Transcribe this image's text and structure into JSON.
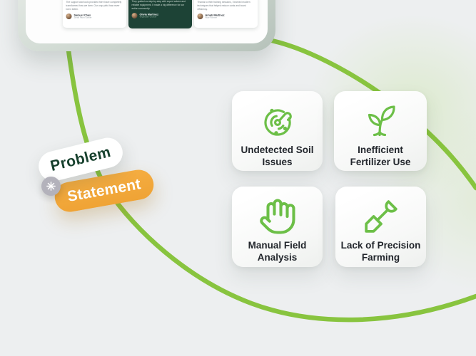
{
  "colors": {
    "background": "#edeff0",
    "orbit_green": "#88c43f",
    "icon_green": "#6cbf47",
    "statement_orange": "#f2a83c",
    "problem_text_green": "#16402d",
    "testimonial_dark_green": "#1d4336",
    "star_orange": "#f5a41f",
    "tablet_frame": "#c3cec6"
  },
  "annotation": {
    "problem_label": "Problem",
    "statement_label": "Statement",
    "badge_icon": "asterisk-icon"
  },
  "tablet": {
    "testimonials": [
      {
        "name": "Samuel Chas",
        "role": "Small Farm Owner",
        "review": "The support and tools provided here have completely transformed how we farm. Our crop yield has never been better.",
        "stars_filled": "★★★★",
        "stars_empty": "★",
        "theme": "light"
      },
      {
        "name": "Olivia Martinez",
        "role": "Vegetable Grower",
        "review": "They guided us step-by-step with expert advice and reliable equipment. It made a big difference for our entire community.",
        "stars_filled": "★★★★",
        "stars_empty": "★",
        "theme": "dark"
      },
      {
        "name": "Arnab Martinez",
        "role": "Rice Farmer",
        "review": "Thanks to their training sessions, I learned modern techniques that helped reduce costs and boost efficiency.",
        "stars_filled": "★★★★",
        "stars_empty": "★",
        "theme": "light"
      }
    ]
  },
  "problem_cards": [
    {
      "icon": "soil-scan-icon",
      "line1": "Undetected Soil",
      "line2": "Issues"
    },
    {
      "icon": "sprout-icon",
      "line1": "Inefficient",
      "line2": "Fertilizer Use"
    },
    {
      "icon": "hand-icon",
      "line1": "Manual Field",
      "line2": "Analysis"
    },
    {
      "icon": "shovel-icon",
      "line1": "Lack of Precision",
      "line2": "Farming"
    }
  ]
}
